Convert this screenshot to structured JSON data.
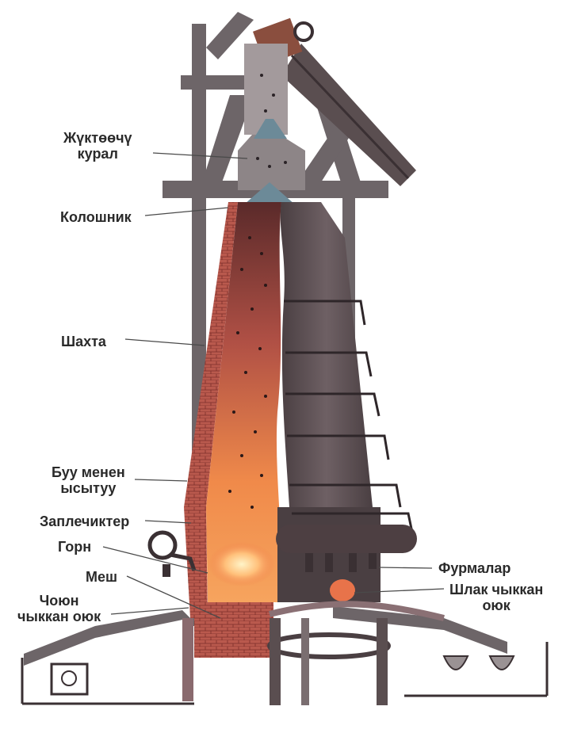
{
  "labels": {
    "loader": [
      "Жүктөөчү",
      "курал"
    ],
    "throat": "Колошник",
    "shaft": "Шахта",
    "steam": [
      "Буу менен",
      "ысытуу"
    ],
    "bosh": "Заплечиктер",
    "hearth": "Горн",
    "belly": "Меш",
    "iron_notch": [
      "Чоюн",
      "чыккан оюк"
    ],
    "tuyeres": "Фурмалар",
    "slag_notch": [
      "Шлак чыккан",
      "оюк"
    ]
  },
  "colors": {
    "brick": "#b5544a",
    "steel": "#5a4e50",
    "frame": "#6d6568",
    "hot": "#f08a4a",
    "hot_core": "#ffd38a",
    "label": "#2a2a2a",
    "leader": "#4a4a4a"
  },
  "icons": {
    "tuyere": "tuyere-nozzle-icon",
    "ladle": "slag-ladle-icon"
  }
}
